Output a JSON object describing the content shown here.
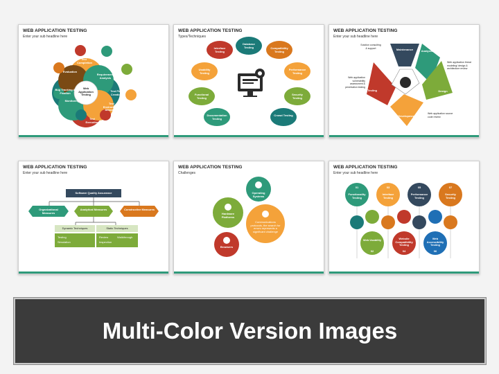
{
  "banner": {
    "text": "Multi-Color Version Images"
  },
  "slides": [
    {
      "title": "WEB APPLICATION TESTING",
      "subtitle": "Enter your sub headline here",
      "center": "Web Application Testing",
      "labels": [
        "Test Completion",
        "Requirement Analysis",
        "Test Plan Creation",
        "Test Environment Allocation",
        "Test Execution",
        "Monitoring",
        "Bug Tracking & Fixation",
        "Evaluation"
      ]
    },
    {
      "title": "WEB APPLICATION TESTING",
      "subtitle": "Types/Techniques",
      "labels": [
        "Database Testing",
        "Compatibility Testing",
        "Performance Testing",
        "Security Testing",
        "Crowd Testing",
        "Documentation Testing",
        "Functional Testing",
        "Usability Testing",
        "Interface Testing"
      ]
    },
    {
      "title": "WEB APPLICATION TESTING",
      "subtitle": "Enter your sub headline here",
      "segments": [
        "Maintenance",
        "Analysis",
        "Design",
        "Development",
        "Testing"
      ],
      "notes": [
        "Solution consulting & support",
        "Web application threat modeling/ design & architecture review",
        "Web application source code review",
        "Web application vulnerability assessment & penetration testing"
      ]
    },
    {
      "title": "WEB APPLICATION TESTING",
      "subtitle": "Enter your sub headline here",
      "top": "Software Quality Assurance",
      "mid": [
        "Organizational Measures",
        "Analytical Measures",
        "Constructive Measures"
      ],
      "left_head": "Dynamic Techniques",
      "right_head": "Static Techniques",
      "left_items": [
        "Testing",
        "Simulation"
      ],
      "right_items": [
        "Review",
        "Inspection",
        "Walkthrough"
      ]
    },
    {
      "title": "WEB APPLICATION TESTING",
      "subtitle": "Challenges",
      "bubbles": [
        "Operating Systems",
        "Hardware Platforms",
        "Communications protocols, the search for errors represents a significant challenge",
        "Browsers"
      ]
    },
    {
      "title": "WEB APPLICATION TESTING",
      "subtitle": "Enter your sub headline here",
      "top_items": [
        {
          "num": "01",
          "label": "Functionality Testing"
        },
        {
          "num": "03",
          "label": "Interface Testing"
        },
        {
          "num": "05",
          "label": "Performance Testing"
        },
        {
          "num": "07",
          "label": "Security Testing"
        }
      ],
      "bottom_items": [
        {
          "num": "02",
          "label": "Web Usability"
        },
        {
          "num": "04",
          "label": "Website Compatibility Testing"
        },
        {
          "num": "06",
          "label": "Web Accessibility Testing"
        }
      ]
    }
  ],
  "colors": {
    "green": "#2e9a7a",
    "teal": "#1b7a78",
    "orange": "#f4a23a",
    "darkorange": "#d9781e",
    "red": "#c0392b",
    "slate": "#34495e",
    "olive": "#7dab3a",
    "brown": "#7a4a14"
  }
}
